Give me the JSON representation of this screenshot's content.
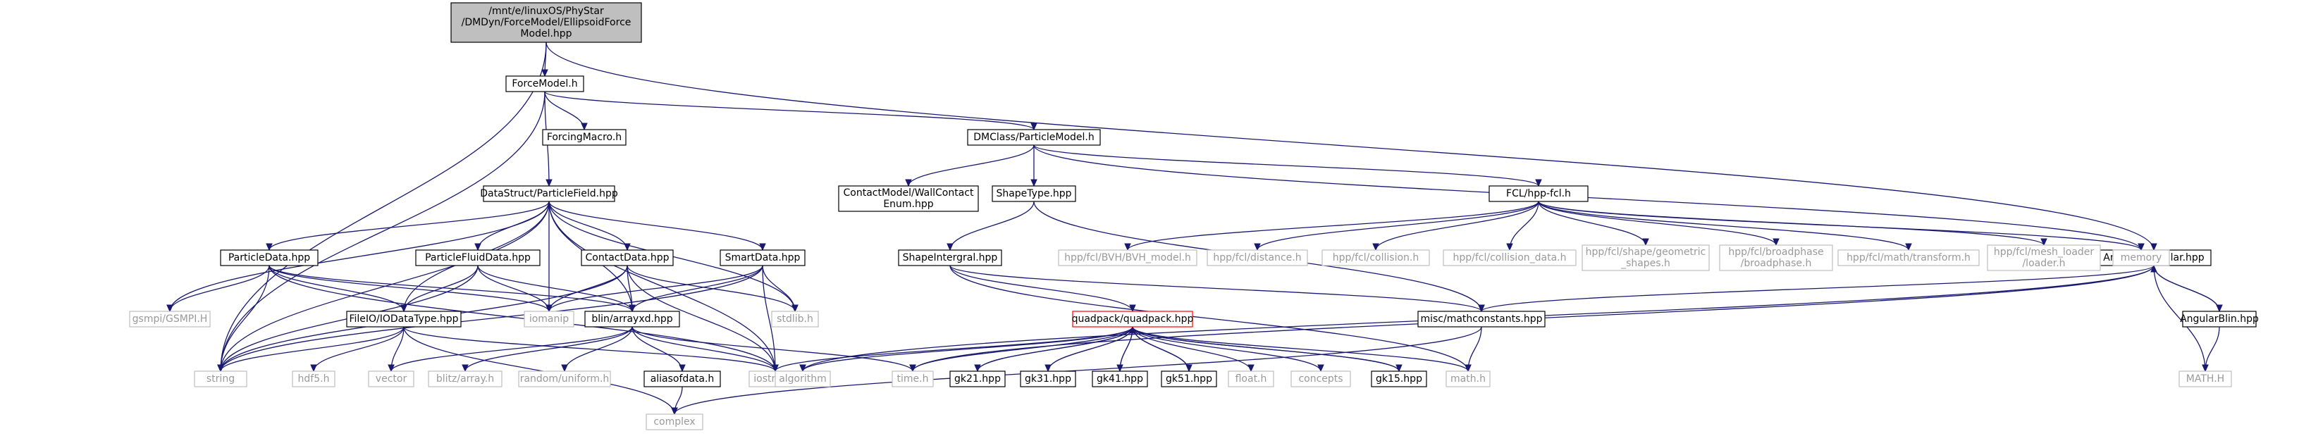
{
  "graph": {
    "nodes": [
      {
        "id": "root",
        "lines": [
          "/mnt/e/linuxOS/PhyStar",
          "/DMDyn/ForceModel/EllipsoidForce",
          "Model.hpp"
        ],
        "kind": "root"
      },
      {
        "id": "forcemodel",
        "lines": [
          "ForceModel.h"
        ],
        "kind": "normal"
      },
      {
        "id": "forcingmacro",
        "lines": [
          "ForcingMacro.h"
        ],
        "kind": "normal"
      },
      {
        "id": "particlemodel",
        "lines": [
          "DMClass/ParticleModel.h"
        ],
        "kind": "normal"
      },
      {
        "id": "particlefield",
        "lines": [
          "DataStruct/ParticleField.hpp"
        ],
        "kind": "normal"
      },
      {
        "id": "contactmodel",
        "lines": [
          "ContactModel/WallContact",
          "Enum.hpp"
        ],
        "kind": "normal"
      },
      {
        "id": "shapetype",
        "lines": [
          "ShapeType.hpp"
        ],
        "kind": "normal"
      },
      {
        "id": "fcl",
        "lines": [
          "FCL/hpp-fcl.h"
        ],
        "kind": "normal"
      },
      {
        "id": "angular",
        "lines": [
          "Angular/Angular.hpp"
        ],
        "kind": "normal"
      },
      {
        "id": "particledata",
        "lines": [
          "ParticleData.hpp"
        ],
        "kind": "normal"
      },
      {
        "id": "particlefluiddata",
        "lines": [
          "ParticleFluidData.hpp"
        ],
        "kind": "normal"
      },
      {
        "id": "contactdata",
        "lines": [
          "ContactData.hpp"
        ],
        "kind": "normal"
      },
      {
        "id": "smartdata",
        "lines": [
          "SmartData.hpp"
        ],
        "kind": "normal"
      },
      {
        "id": "shapeintergral",
        "lines": [
          "ShapeIntergral.hpp"
        ],
        "kind": "normal"
      },
      {
        "id": "bvh",
        "lines": [
          "hpp/fcl/BVH/BVH_model.h"
        ],
        "kind": "external"
      },
      {
        "id": "distance",
        "lines": [
          "hpp/fcl/distance.h"
        ],
        "kind": "external"
      },
      {
        "id": "collision",
        "lines": [
          "hpp/fcl/collision.h"
        ],
        "kind": "external"
      },
      {
        "id": "collisiondata",
        "lines": [
          "hpp/fcl/collision_data.h"
        ],
        "kind": "external"
      },
      {
        "id": "geometric",
        "lines": [
          "hpp/fcl/shape/geometric",
          "_shapes.h"
        ],
        "kind": "external"
      },
      {
        "id": "broadphase",
        "lines": [
          "hpp/fcl/broadphase",
          "/broadphase.h"
        ],
        "kind": "external"
      },
      {
        "id": "transform",
        "lines": [
          "hpp/fcl/math/transform.h"
        ],
        "kind": "external"
      },
      {
        "id": "meshloader",
        "lines": [
          "hpp/fcl/mesh_loader",
          "/loader.h"
        ],
        "kind": "external"
      },
      {
        "id": "memory",
        "lines": [
          "memory"
        ],
        "kind": "external"
      },
      {
        "id": "gsmpi",
        "lines": [
          "gsmpi/GSMPI.H"
        ],
        "kind": "external"
      },
      {
        "id": "fileio",
        "lines": [
          "FileIO/IODataType.hpp"
        ],
        "kind": "normal"
      },
      {
        "id": "iomanip",
        "lines": [
          "iomanip"
        ],
        "kind": "external"
      },
      {
        "id": "arrayxd",
        "lines": [
          "blin/arrayxd.hpp"
        ],
        "kind": "normal"
      },
      {
        "id": "stdlib",
        "lines": [
          "stdlib.h"
        ],
        "kind": "external"
      },
      {
        "id": "quadpack",
        "lines": [
          "quadpack/quadpack.hpp"
        ],
        "kind": "highlight"
      },
      {
        "id": "mathconstants",
        "lines": [
          "misc/mathconstants.hpp"
        ],
        "kind": "normal"
      },
      {
        "id": "angularblin",
        "lines": [
          "AngularBlin.hpp"
        ],
        "kind": "normal"
      },
      {
        "id": "string",
        "lines": [
          "string"
        ],
        "kind": "external"
      },
      {
        "id": "hdf5",
        "lines": [
          "hdf5.h"
        ],
        "kind": "external"
      },
      {
        "id": "vector",
        "lines": [
          "vector"
        ],
        "kind": "external"
      },
      {
        "id": "blitzarray",
        "lines": [
          "blitz/array.h"
        ],
        "kind": "external"
      },
      {
        "id": "random",
        "lines": [
          "random/uniform.h"
        ],
        "kind": "external"
      },
      {
        "id": "aliasofdata",
        "lines": [
          "aliasofdata.h"
        ],
        "kind": "normal"
      },
      {
        "id": "iostream",
        "lines": [
          "iostream"
        ],
        "kind": "external"
      },
      {
        "id": "algorithm",
        "lines": [
          "algorithm"
        ],
        "kind": "external"
      },
      {
        "id": "time",
        "lines": [
          "time.h"
        ],
        "kind": "external"
      },
      {
        "id": "gk21",
        "lines": [
          "gk21.hpp"
        ],
        "kind": "normal"
      },
      {
        "id": "gk31",
        "lines": [
          "gk31.hpp"
        ],
        "kind": "normal"
      },
      {
        "id": "gk41",
        "lines": [
          "gk41.hpp"
        ],
        "kind": "normal"
      },
      {
        "id": "gk51",
        "lines": [
          "gk51.hpp"
        ],
        "kind": "normal"
      },
      {
        "id": "float",
        "lines": [
          "float.h"
        ],
        "kind": "external"
      },
      {
        "id": "concepts",
        "lines": [
          "concepts"
        ],
        "kind": "external"
      },
      {
        "id": "gk15",
        "lines": [
          "gk15.hpp"
        ],
        "kind": "normal"
      },
      {
        "id": "math",
        "lines": [
          "math.h"
        ],
        "kind": "external"
      },
      {
        "id": "mathH",
        "lines": [
          "MATH.H"
        ],
        "kind": "external"
      },
      {
        "id": "complex",
        "lines": [
          "complex"
        ],
        "kind": "external"
      }
    ],
    "edges": [
      [
        "root",
        "forcemodel"
      ],
      [
        "root",
        "angular"
      ],
      [
        "root",
        "string"
      ],
      [
        "forcemodel",
        "forcingmacro"
      ],
      [
        "forcemodel",
        "particlemodel"
      ],
      [
        "forcemodel",
        "particlefield"
      ],
      [
        "forcemodel",
        "string"
      ],
      [
        "particlemodel",
        "contactmodel"
      ],
      [
        "particlemodel",
        "shapetype"
      ],
      [
        "particlemodel",
        "fcl"
      ],
      [
        "particlemodel",
        "memory"
      ],
      [
        "fcl",
        "bvh"
      ],
      [
        "fcl",
        "distance"
      ],
      [
        "fcl",
        "collision"
      ],
      [
        "fcl",
        "collisiondata"
      ],
      [
        "fcl",
        "geometric"
      ],
      [
        "fcl",
        "broadphase"
      ],
      [
        "fcl",
        "transform"
      ],
      [
        "fcl",
        "meshloader"
      ],
      [
        "fcl",
        "memory"
      ],
      [
        "shapetype",
        "shapeintergral"
      ],
      [
        "shapetype",
        "mathconstants"
      ],
      [
        "shapeintergral",
        "quadpack"
      ],
      [
        "shapeintergral",
        "mathconstants"
      ],
      [
        "shapeintergral",
        "math"
      ],
      [
        "particlefield",
        "particledata"
      ],
      [
        "particlefield",
        "particlefluiddata"
      ],
      [
        "particlefield",
        "contactdata"
      ],
      [
        "particlefield",
        "smartdata"
      ],
      [
        "particlefield",
        "gsmpi"
      ],
      [
        "particlefield",
        "fileio"
      ],
      [
        "particlefield",
        "iomanip"
      ],
      [
        "particlefield",
        "arrayxd"
      ],
      [
        "particlefield",
        "stdlib"
      ],
      [
        "particlefield",
        "iostream"
      ],
      [
        "particlefield",
        "string"
      ],
      [
        "particledata",
        "gsmpi"
      ],
      [
        "particledata",
        "fileio"
      ],
      [
        "particledata",
        "iomanip"
      ],
      [
        "particledata",
        "arrayxd"
      ],
      [
        "particledata",
        "string"
      ],
      [
        "particledata",
        "iostream"
      ],
      [
        "particlefluiddata",
        "fileio"
      ],
      [
        "particlefluiddata",
        "iomanip"
      ],
      [
        "particlefluiddata",
        "arrayxd"
      ],
      [
        "particlefluiddata",
        "string"
      ],
      [
        "contactdata",
        "iomanip"
      ],
      [
        "contactdata",
        "arrayxd"
      ],
      [
        "contactdata",
        "stdlib"
      ],
      [
        "contactdata",
        "iostream"
      ],
      [
        "contactdata",
        "string"
      ],
      [
        "smartdata",
        "iomanip"
      ],
      [
        "smartdata",
        "arrayxd"
      ],
      [
        "smartdata",
        "stdlib"
      ],
      [
        "smartdata",
        "iostream"
      ],
      [
        "smartdata",
        "string"
      ],
      [
        "fileio",
        "string"
      ],
      [
        "fileio",
        "hdf5"
      ],
      [
        "fileio",
        "vector"
      ],
      [
        "fileio",
        "complex"
      ],
      [
        "fileio",
        "iostream"
      ],
      [
        "arrayxd",
        "vector"
      ],
      [
        "arrayxd",
        "blitzarray"
      ],
      [
        "arrayxd",
        "random"
      ],
      [
        "arrayxd",
        "aliasofdata"
      ],
      [
        "arrayxd",
        "iostream"
      ],
      [
        "arrayxd",
        "time"
      ],
      [
        "aliasofdata",
        "complex"
      ],
      [
        "quadpack",
        "iostream"
      ],
      [
        "quadpack",
        "algorithm"
      ],
      [
        "quadpack",
        "time"
      ],
      [
        "quadpack",
        "gk21"
      ],
      [
        "quadpack",
        "gk31"
      ],
      [
        "quadpack",
        "gk41"
      ],
      [
        "quadpack",
        "gk51"
      ],
      [
        "quadpack",
        "float"
      ],
      [
        "quadpack",
        "concepts"
      ],
      [
        "quadpack",
        "gk15"
      ],
      [
        "quadpack",
        "math"
      ],
      [
        "gk21",
        "quadpack"
      ],
      [
        "gk31",
        "quadpack"
      ],
      [
        "gk41",
        "quadpack"
      ],
      [
        "gk51",
        "quadpack"
      ],
      [
        "gk15",
        "quadpack"
      ],
      [
        "mathconstants",
        "math"
      ],
      [
        "mathconstants",
        "complex"
      ],
      [
        "angular",
        "mathconstants"
      ],
      [
        "angular",
        "angularblin"
      ],
      [
        "angular",
        "mathH"
      ],
      [
        "angular",
        "algorithm"
      ],
      [
        "angular",
        "time"
      ],
      [
        "angularblin",
        "angular"
      ],
      [
        "angularblin",
        "mathH"
      ]
    ]
  },
  "colors": {
    "edge": "#191970",
    "root_fill": "#bfbfbf",
    "normal_border": "#000000",
    "external_border": "#bfbfbf",
    "external_text": "#999999",
    "highlight_border": "#ff0000",
    "text": "#000000"
  }
}
